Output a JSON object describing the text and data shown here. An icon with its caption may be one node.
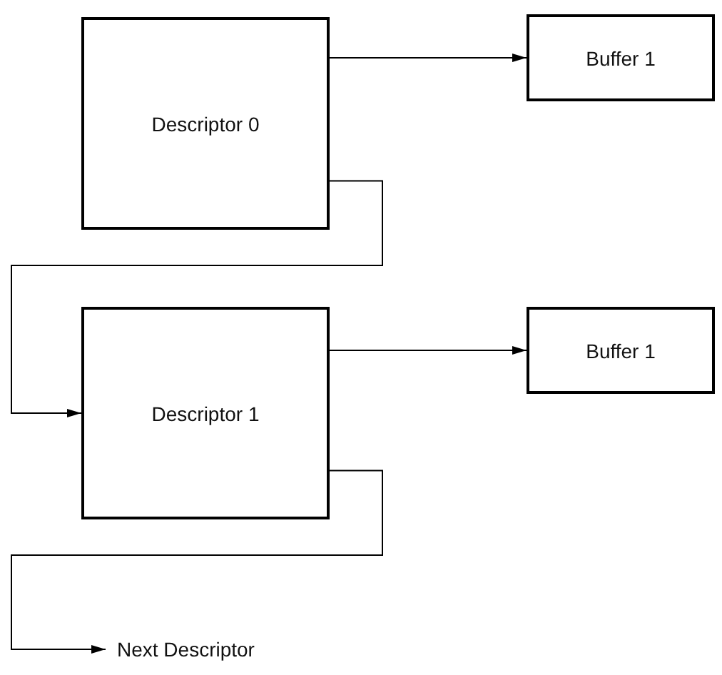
{
  "diagram": {
    "nodes": [
      {
        "text": [
          "Descriptor 0"
        ]
      },
      {
        "text": [
          "Buffer 1"
        ]
      },
      {
        "text": [
          "Descriptor 1"
        ]
      },
      {
        "text": [
          "Buffer 1"
        ]
      },
      {
        "text": [
          "Next Descriptor"
        ]
      }
    ],
    "edges": [
      {
        "from": 0,
        "to": 1,
        "arrow": "to"
      },
      {
        "from": 0,
        "to": 2,
        "arrow": "to"
      },
      {
        "from": 2,
        "to": 3,
        "arrow": "to"
      },
      {
        "from": 2,
        "to": 4,
        "arrow": "to"
      }
    ]
  }
}
